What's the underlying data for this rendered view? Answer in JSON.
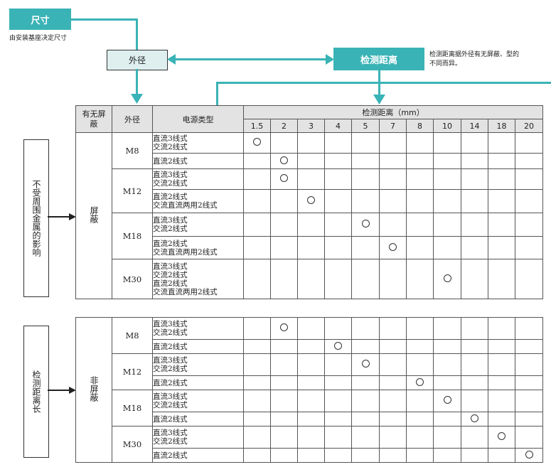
{
  "header": {
    "size_label": "尺寸",
    "size_note": "由安装基座决定尺寸",
    "outer_dia_label": "外径",
    "distance_label": "检测距离",
    "distance_note": "检测距离据外径有无屏蔽、型的不同而异。"
  },
  "table": {
    "col_shield": "有无屏蔽",
    "col_dia": "外径",
    "col_power": "电源类型",
    "col_distance": "检测距离（mm）",
    "distances": [
      "1.5",
      "2",
      "3",
      "4",
      "5",
      "7",
      "8",
      "10",
      "14",
      "18",
      "20"
    ]
  },
  "shielded": {
    "side_label": "不受周围金属的影响",
    "shield_label": "屏蔽",
    "groups": [
      {
        "size": "M8",
        "rows": [
          {
            "power": "直流3线式\n交流2线式",
            "col": 0
          },
          {
            "power": "直流2线式",
            "col": 1
          }
        ]
      },
      {
        "size": "M12",
        "rows": [
          {
            "power": "直流3线式\n交流2线式",
            "col": 1
          },
          {
            "power": "直流2线式\n交流直流两用2线式",
            "col": 2
          }
        ]
      },
      {
        "size": "M18",
        "rows": [
          {
            "power": "直流3线式\n交流2线式",
            "col": 4
          },
          {
            "power": "直流2线式\n交流直流两用2线式",
            "col": 5
          }
        ]
      },
      {
        "size": "M30",
        "rows": [
          {
            "power": "直流3线式\n交流2线式\n直流2线式\n交流直流两用2线式",
            "col": 7
          }
        ]
      }
    ]
  },
  "unshielded": {
    "side_label": "检测距离长",
    "shield_label": "非屏蔽",
    "groups": [
      {
        "size": "M8",
        "rows": [
          {
            "power": "直流3线式\n交流2线式",
            "col": 1
          },
          {
            "power": "直流2线式",
            "col": 3
          }
        ]
      },
      {
        "size": "M12",
        "rows": [
          {
            "power": "直流3线式\n交流2线式",
            "col": 4
          },
          {
            "power": "直流2线式",
            "col": 6
          }
        ]
      },
      {
        "size": "M18",
        "rows": [
          {
            "power": "直流3线式\n交流2线式",
            "col": 7
          },
          {
            "power": "直流2线式",
            "col": 8
          }
        ]
      },
      {
        "size": "M30",
        "rows": [
          {
            "power": "直流3线式\n交流2线式",
            "col": 9
          },
          {
            "power": "直流2线式",
            "col": 10
          }
        ]
      }
    ]
  },
  "mark_symbol": "○"
}
